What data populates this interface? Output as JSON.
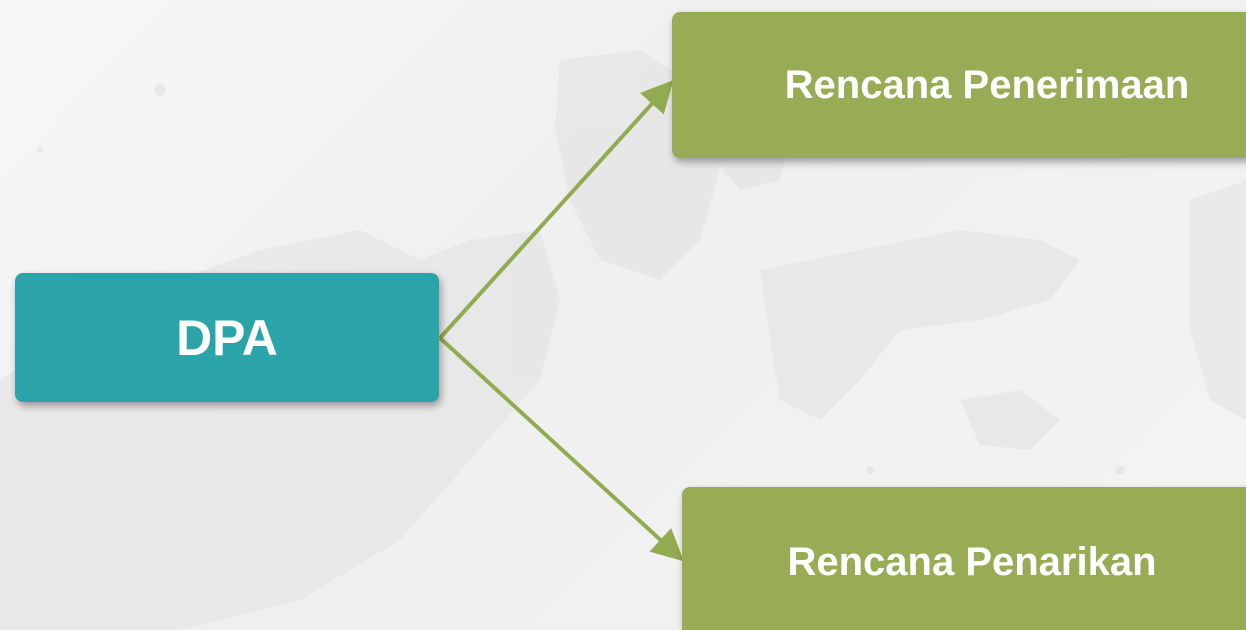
{
  "colors": {
    "source_box": "#2aa3a9",
    "target_box": "#97ac55",
    "arrow": "#92ab50",
    "text": "#ffffff"
  },
  "nodes": {
    "source": {
      "label": "DPA"
    },
    "target_top": {
      "label": "Rencana Penerimaan"
    },
    "target_bottom": {
      "label": "Rencana Penarikan"
    }
  },
  "edges": [
    {
      "from": "source",
      "to": "target_top"
    },
    {
      "from": "source",
      "to": "target_bottom"
    }
  ]
}
